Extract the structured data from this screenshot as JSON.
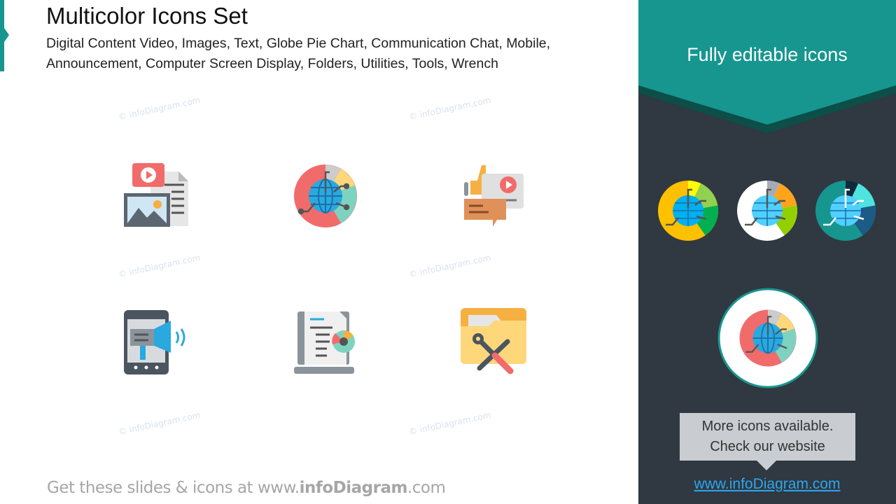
{
  "header": {
    "title": "Multicolor Icons Set",
    "subtitle": " Digital Content Video, Images, Text, Globe Pie Chart, Communication Chat, Mobile, Announcement, Computer Screen Display, Folders, Utilities, Tools, Wrench"
  },
  "watermark": "© infoDiagram.com",
  "icons": [
    "digital-content-video-images-text-icon",
    "globe-pie-chart-icon",
    "communication-chat-icon",
    "mobile-announcement-icon",
    "computer-screen-display-icon",
    "folder-tools-wrench-icon"
  ],
  "footer": {
    "prefix": "Get these slides & icons at www.",
    "brand": "infoDiagram",
    "suffix": ".com"
  },
  "sidebar": {
    "title": "Fully editable icons",
    "callout_line1": "More icons available.",
    "callout_line2": "Check our website",
    "link": "www.infoDiagram.com",
    "variants": [
      {
        "colors": [
          "#ffc000",
          "#ffff00",
          "#92d050",
          "#00b050"
        ],
        "globe": "#00b0f0"
      },
      {
        "colors": [
          "#ffffff",
          "#a6acb5",
          "#ffa41b",
          "#92d000"
        ],
        "globe": "#4fd0ff"
      },
      {
        "colors": [
          "#16968f",
          "#0f2a3a",
          "#4fe3e0",
          "#1b5b86"
        ],
        "globe": "#4fd0ff"
      }
    ]
  },
  "colors": {
    "teal": "#16968f",
    "dark": "#303841",
    "link": "#2aa8f0"
  }
}
